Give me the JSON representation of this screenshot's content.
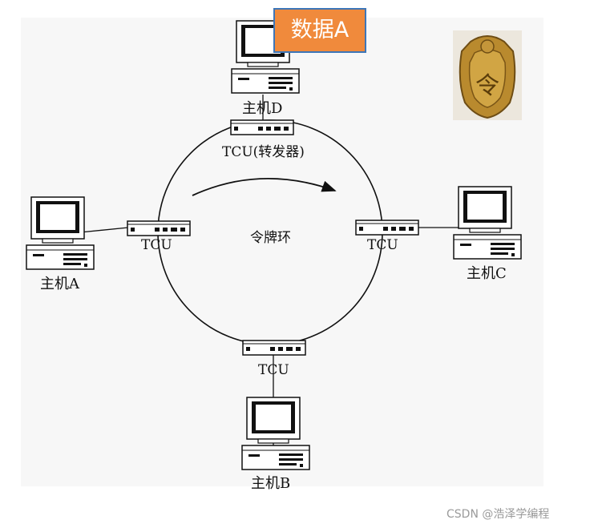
{
  "badge": {
    "text": "数据A",
    "fill": "#f08a3c",
    "border": "#3d76b8"
  },
  "hosts": {
    "a": "主机A",
    "b": "主机B",
    "c": "主机C",
    "d": "主机D"
  },
  "tcus": {
    "top": "TCU(转发器)",
    "left": "TCU",
    "right": "TCU",
    "bottom": "TCU"
  },
  "ring": {
    "label": "令牌环"
  },
  "token_image": {
    "glyph": "令",
    "icon": "token-plaque-icon"
  },
  "watermark": "CSDN @浩泽学编程"
}
